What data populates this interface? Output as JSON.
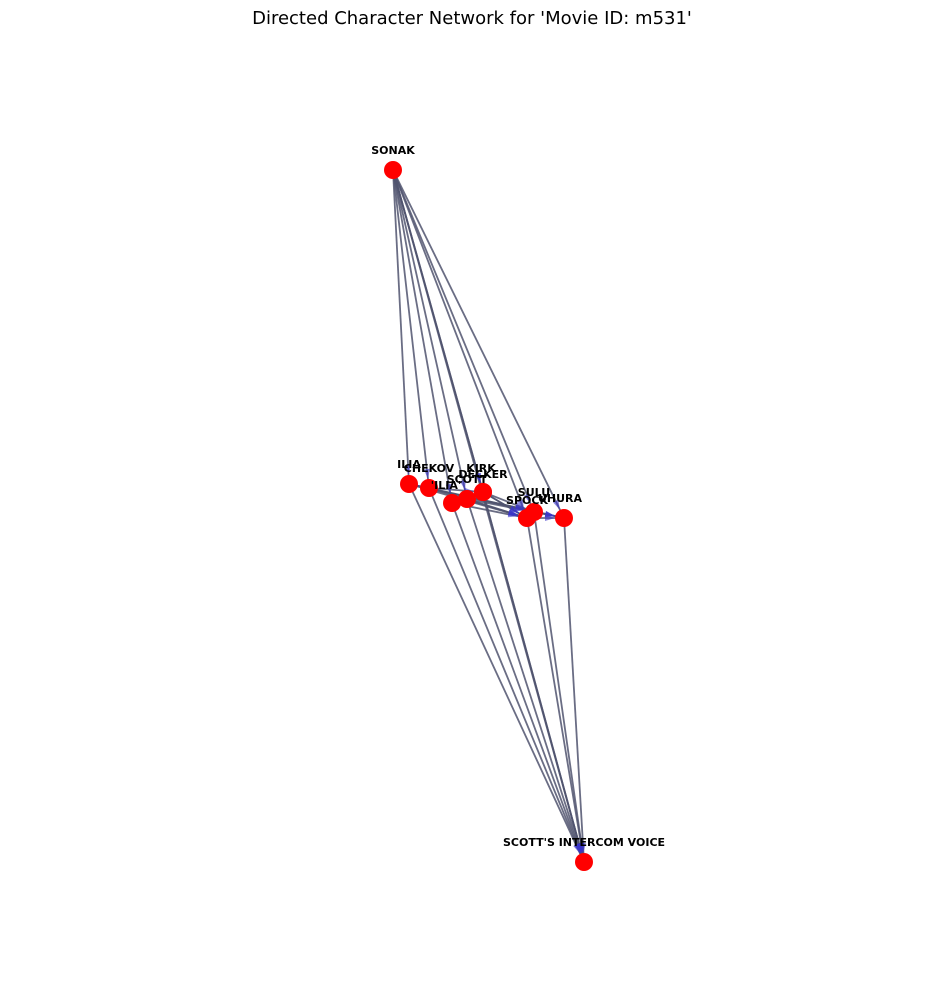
{
  "title": "Directed Character Network for 'Movie ID: m531'",
  "colors": {
    "node": "#ff0000",
    "edge": "#50546f",
    "arrow": "#3a36c8",
    "label": "#000000",
    "background": "#ffffff"
  },
  "nodes": [
    {
      "id": "SONAK",
      "label": "SONAK"
    },
    {
      "id": "ILIA",
      "label": "ILIA"
    },
    {
      "id": "CHEKOV",
      "label": "CHEKOV"
    },
    {
      "id": "'ILIA'",
      "label": "'ILIA'"
    },
    {
      "id": "SCOTT",
      "label": "SCOTT"
    },
    {
      "id": "DECKER",
      "label": "DECKER"
    },
    {
      "id": "KIRK",
      "label": "KIRK"
    },
    {
      "id": "SPOCK",
      "label": "SPOCK"
    },
    {
      "id": "SULU",
      "label": "SULU"
    },
    {
      "id": "UHURA",
      "label": "UHURA"
    },
    {
      "id": "SCOTT'S INTERCOM VOICE",
      "label": "SCOTT'S INTERCOM VOICE"
    }
  ],
  "edges": [
    [
      "SONAK",
      "ILIA"
    ],
    [
      "SONAK",
      "CHEKOV"
    ],
    [
      "SONAK",
      "'ILIA'"
    ],
    [
      "SONAK",
      "SCOTT"
    ],
    [
      "SONAK",
      "DECKER"
    ],
    [
      "SONAK",
      "KIRK"
    ],
    [
      "SONAK",
      "SPOCK"
    ],
    [
      "SONAK",
      "SULU"
    ],
    [
      "SONAK",
      "UHURA"
    ],
    [
      "SONAK",
      "SCOTT'S INTERCOM VOICE"
    ],
    [
      "ILIA",
      "SCOTT'S INTERCOM VOICE"
    ],
    [
      "CHEKOV",
      "SCOTT'S INTERCOM VOICE"
    ],
    [
      "'ILIA'",
      "SCOTT'S INTERCOM VOICE"
    ],
    [
      "SCOTT",
      "SCOTT'S INTERCOM VOICE"
    ],
    [
      "DECKER",
      "SCOTT'S INTERCOM VOICE"
    ],
    [
      "KIRK",
      "SCOTT'S INTERCOM VOICE"
    ],
    [
      "SPOCK",
      "SCOTT'S INTERCOM VOICE"
    ],
    [
      "SULU",
      "SCOTT'S INTERCOM VOICE"
    ],
    [
      "UHURA",
      "SCOTT'S INTERCOM VOICE"
    ],
    [
      "ILIA",
      "UHURA"
    ],
    [
      "ILIA",
      "SPOCK"
    ],
    [
      "ILIA",
      "SULU"
    ],
    [
      "CHEKOV",
      "SPOCK"
    ],
    [
      "CHEKOV",
      "UHURA"
    ],
    [
      "CHEKOV",
      "KIRK"
    ],
    [
      "'ILIA'",
      "SPOCK"
    ],
    [
      "'ILIA'",
      "KIRK"
    ],
    [
      "SCOTT",
      "SPOCK"
    ],
    [
      "SCOTT",
      "SULU"
    ],
    [
      "DECKER",
      "SPOCK"
    ],
    [
      "KIRK",
      "SPOCK"
    ],
    [
      "KIRK",
      "SULU"
    ],
    [
      "SPOCK",
      "UHURA"
    ],
    [
      "SULU",
      "UHURA"
    ],
    [
      "ILIA",
      "CHEKOV"
    ]
  ]
}
